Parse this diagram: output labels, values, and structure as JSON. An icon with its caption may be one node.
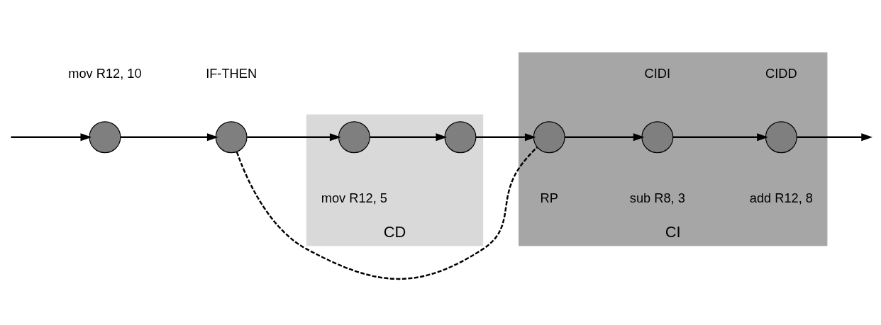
{
  "diagram": {
    "nodes": [
      {
        "text": [
          "CD"
        ]
      },
      {
        "text": [
          "CI"
        ]
      },
      {
        "text": [],
        "shape": "circle",
        "beside": [
          "mov R12, 10"
        ]
      },
      {
        "text": [],
        "shape": "circle",
        "beside": [
          "IF-THEN"
        ]
      },
      {
        "text": [],
        "shape": "circle",
        "in": 0,
        "beside": [
          "mov R12, 5"
        ]
      },
      {
        "text": [],
        "shape": "circle",
        "in": 0
      },
      {
        "text": [],
        "shape": "circle",
        "in": 1,
        "beside": [
          "RP"
        ]
      },
      {
        "text": [],
        "shape": "circle",
        "in": 1,
        "beside": [
          "sub R8, 3",
          "CIDI"
        ]
      },
      {
        "text": [],
        "shape": "circle",
        "in": 1,
        "beside": [
          "add R12, 8",
          "CIDD"
        ]
      }
    ],
    "edges": [
      {
        "from": null,
        "to": 2,
        "arrow": "to"
      },
      {
        "from": 2,
        "to": 3,
        "arrow": "to"
      },
      {
        "from": 3,
        "to": 4,
        "arrow": "to"
      },
      {
        "from": 4,
        "to": 5,
        "arrow": "to"
      },
      {
        "from": 5,
        "to": 6,
        "arrow": "to"
      },
      {
        "from": 3,
        "to": 6,
        "arrow": "none",
        "style": "dashed"
      },
      {
        "from": 6,
        "to": 7,
        "arrow": "to"
      },
      {
        "from": 7,
        "to": 8,
        "arrow": "to"
      },
      {
        "from": 8,
        "to": null,
        "arrow": "to"
      }
    ]
  }
}
